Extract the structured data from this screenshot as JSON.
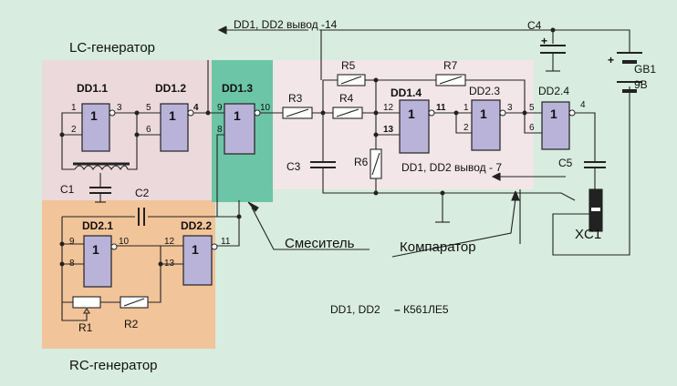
{
  "colors": {
    "background": "#d8ecdf",
    "lc_block": "#ecd9dc",
    "rc_block": "#f2c49a",
    "mixer_block": "#6cc5a6",
    "comparator_block": "#f2e6e8",
    "gate_fill": "#b9b3d9"
  },
  "blocks": {
    "lc_generator": "LC-генератор",
    "rc_generator": "RC-генератор",
    "mixer": "Смеситель",
    "comparator": "Компаратор"
  },
  "gates": {
    "dd1_1": "DD1.1",
    "dd1_2": "DD1.2",
    "dd1_3": "DD1.3",
    "dd1_4": "DD1.4",
    "dd2_1": "DD2.1",
    "dd2_2": "DD2.2",
    "dd2_3": "DD2.3",
    "dd2_4": "DD2.4",
    "symbol": "1"
  },
  "components": {
    "r1": "R1",
    "r2": "R2",
    "r3": "R3",
    "r4": "R4",
    "r5": "R5",
    "r6": "R6",
    "r7": "R7",
    "c1": "C1",
    "c2": "C2",
    "c3": "C3",
    "c4": "C4",
    "c5": "C5",
    "gb1": "GB1",
    "gb1_voltage": "9В",
    "xc1": "XC1",
    "plus": "+"
  },
  "pins": {
    "p1": "1",
    "p2": "2",
    "p3": "3",
    "p4": "4",
    "p5": "5",
    "p6": "6",
    "p8": "8",
    "p9": "9",
    "p10": "10",
    "p11": "11",
    "p12": "12",
    "p13": "13"
  },
  "notes": {
    "power_pin": "DD1, DD2  вывод -14",
    "ground_pin": "DD1, DD2  вывод - 7",
    "chip_type_prefix": "DD1, DD2",
    "chip_type": "К561ЛЕ5"
  }
}
